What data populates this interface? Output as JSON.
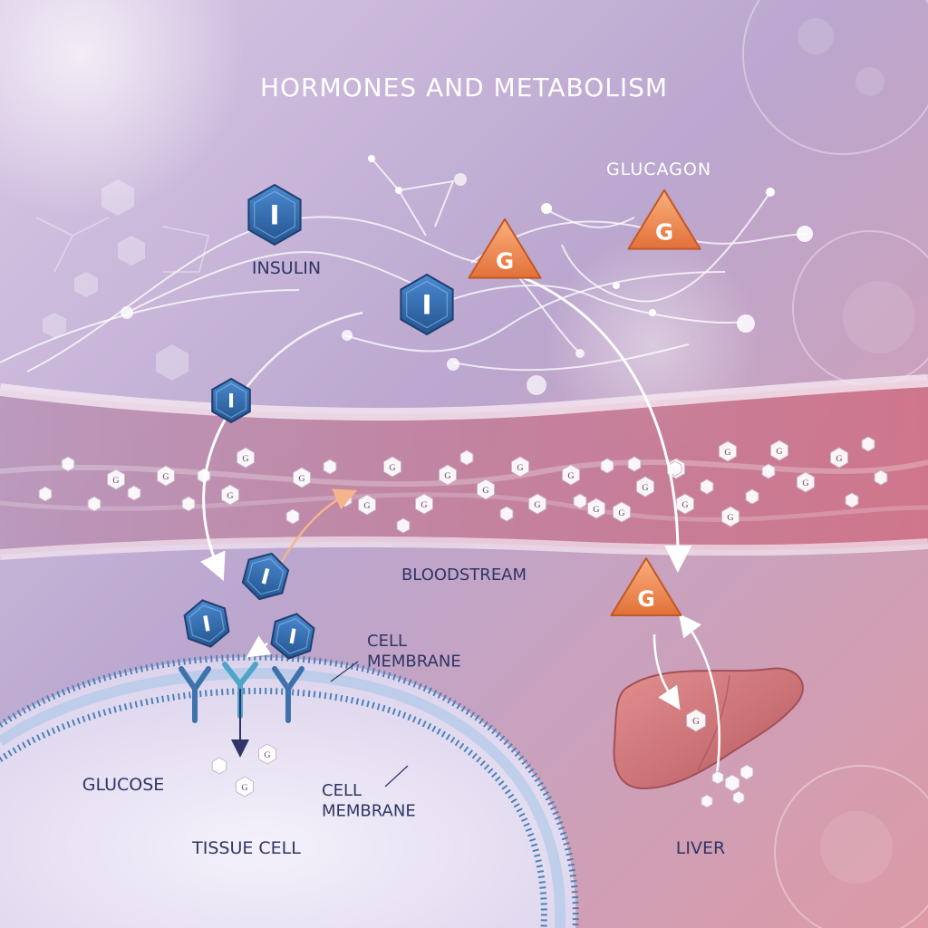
{
  "title": "HORMONES AND METABOLISM",
  "labels": {
    "insulin": "INSULIN",
    "glucagon": "GLUCAGON",
    "bloodstream": "BLOODSTREAM",
    "cell_membrane_1": "CELL\nMEMBRANE",
    "cell_membrane_2": "CELL\nMEMBRANE",
    "glucose": "GLUCOSE",
    "tissue_cell": "TISSUE CELL",
    "liver": "LIVER"
  },
  "symbols": {
    "insulin": "I",
    "glucagon": "G",
    "glucose": "G"
  },
  "icons": {
    "insulin": "hexagon-insulin-icon",
    "glucagon": "triangle-glucagon-icon",
    "glucose": "hexagon-glucose-icon",
    "receptor": "y-receptor-icon",
    "liver": "liver-organ-icon",
    "cell": "tissue-cell-icon"
  },
  "colors": {
    "insulin": "#2e6aa8",
    "glucagon": "#f08a52",
    "bloodstream": "#c2778f",
    "liver": "#c7656a",
    "membrane": "#4a82b8"
  }
}
